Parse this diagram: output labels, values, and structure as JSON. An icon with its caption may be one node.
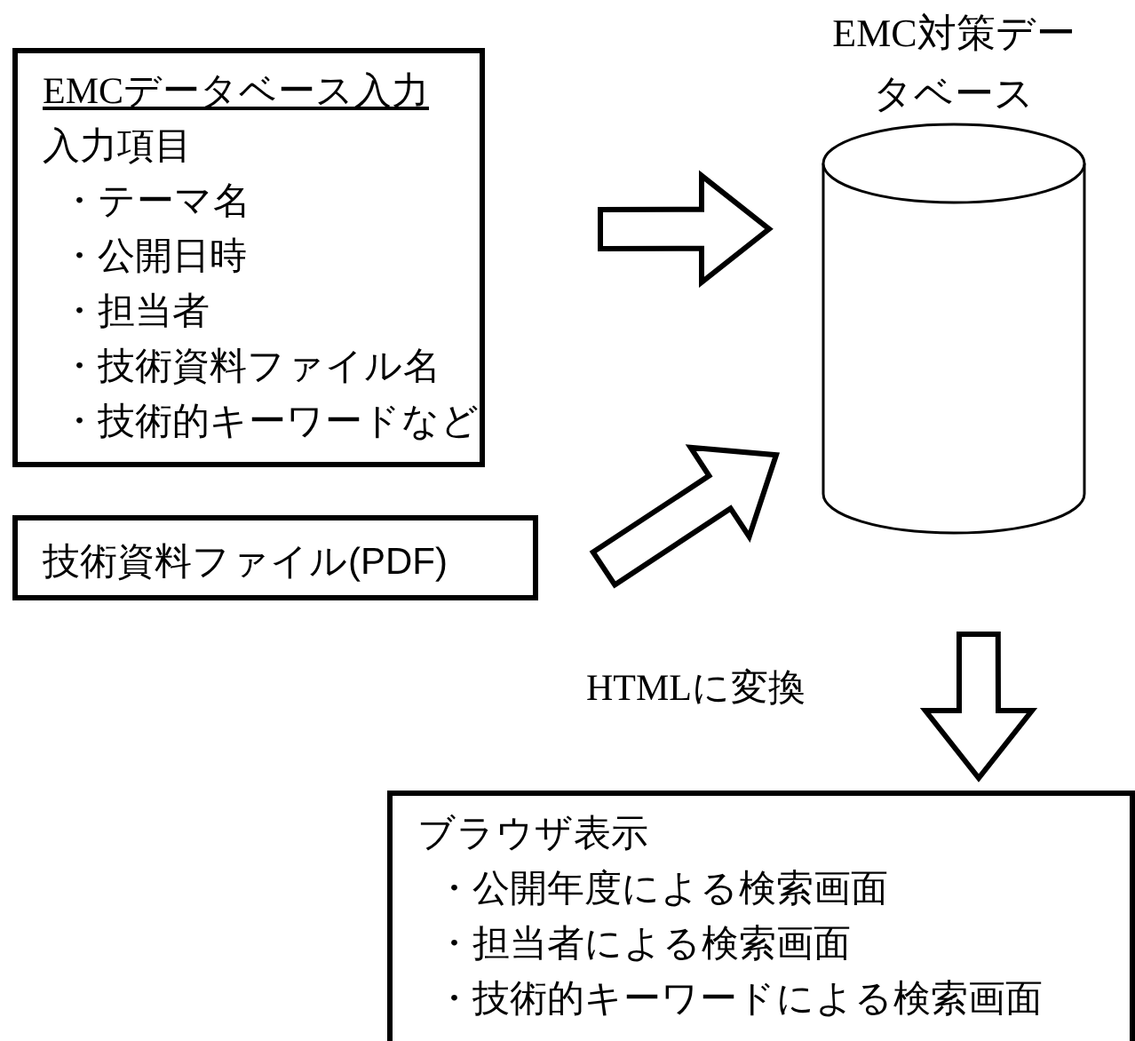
{
  "diagram": {
    "nodes": [
      {
        "text": [
          "EMCデータベース入力",
          "入力項目",
          "・テーマ名",
          "・公開日時",
          "・担当者",
          "・技術資料ファイル名",
          "・技術的キーワードなど"
        ]
      },
      {
        "text": [
          "技術資料ファイル(PDF)"
        ]
      },
      {
        "text": [
          "EMC対策データベース"
        ]
      },
      {
        "text": [
          "ブラウザ表示",
          "・公開年度による検索画面",
          "・担当者による検索画面",
          "・技術的キーワードによる検索画面"
        ]
      }
    ],
    "edges": [
      {
        "from": 0,
        "to": 2,
        "arrow": "to"
      },
      {
        "from": 1,
        "to": 2,
        "arrow": "to"
      },
      {
        "from": 2,
        "to": 3,
        "arrow": "to",
        "label": "HTMLに変換"
      }
    ]
  }
}
